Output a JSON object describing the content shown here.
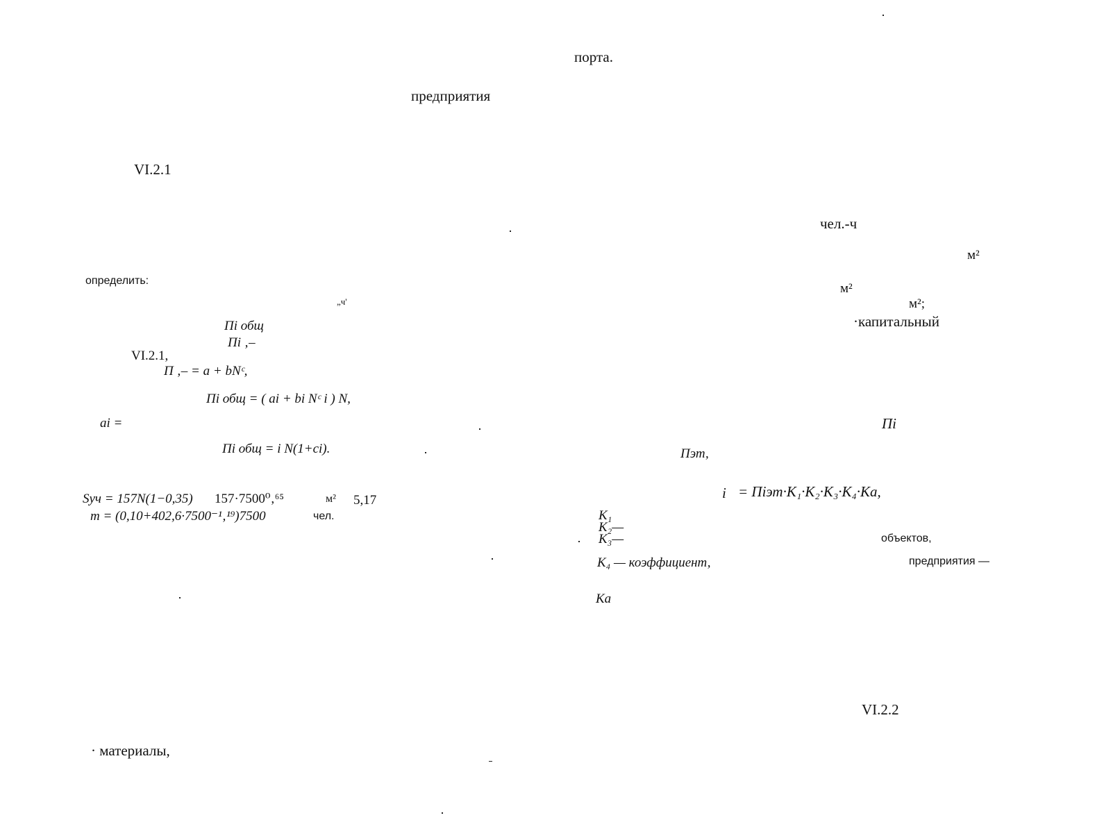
{
  "left_column": {
    "heading_predpriyatiya": "предприятия",
    "section_label": "VI.2.1",
    "opredelit": "определить:",
    "small_ch": "„ч'",
    "pi_obsh_1": "Пi общ",
    "pi_2": "Пi ‚–",
    "ref_vi21": "VI.2.1,",
    "formula_1": "П ‚– = a + bNᶜ,",
    "formula_2": "Пi общ = ( ai + bi Nᶜ i ) N,",
    "ai_label": "ai =",
    "formula_3": "Пi общ =  i N(1+ci).",
    "s_formula": "Sуч = 157N(1−0,35)",
    "s_calc": "157·7500⁰‚⁶⁵",
    "s_unit": "м²",
    "s_value": "5,17",
    "m_formula": "m = (0,10+402,6·7500⁻¹‚¹⁹)7500",
    "m_unit": "чел.",
    "materials": "· материалы,"
  },
  "right_column": {
    "porta": "порта.",
    "chel_ch": "чел.-ч",
    "m2_a": "м²",
    "m2_b": "м²",
    "m2_c": "м²;",
    "kapitalny": "·капитальный",
    "pi_label": "Пi",
    "p_et": "Пэт,",
    "main_formula_i": "i",
    "main_formula": "=  Пiэт·K₁·K₂·K₃·K₄·Kа,",
    "k1": "K₁",
    "k2": "K₂—",
    "k3": "K₃—",
    "obektov": "объектов,",
    "k4": "K₄ — коэффициент,",
    "predpriyatiya_dash": "предприятия —",
    "ka": "Kа",
    "section_label_2": "VI.2.2"
  }
}
